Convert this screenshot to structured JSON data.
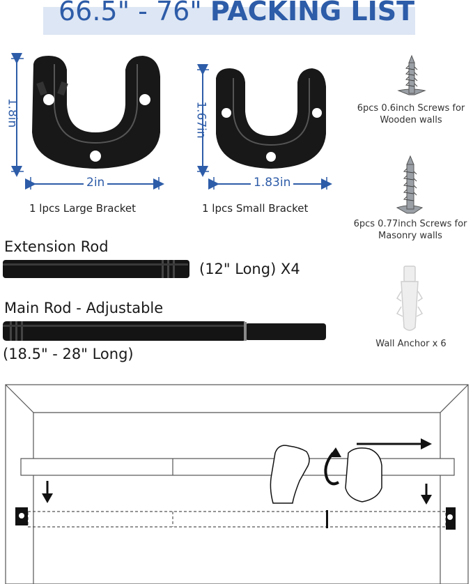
{
  "header": {
    "title_range": "66.5\" - 76\"",
    "title_bold": "PACKING LIST"
  },
  "brackets": {
    "large": {
      "height_label": "1.8in",
      "width_label": "2in",
      "caption": "1 lpcs Large Bracket"
    },
    "small": {
      "height_label": "1.67in",
      "width_label": "1.83in",
      "caption": "1 lpcs Small Bracket"
    }
  },
  "hardware": {
    "wood_screws": {
      "line1": "6pcs 0.6inch Screws for",
      "line2": "Wooden walls"
    },
    "masonry_screws": {
      "line1": "6pcs 0.77inch Screws for",
      "line2": "Masonry walls"
    },
    "anchor": {
      "label": "Wall Anchor x 6"
    }
  },
  "rods": {
    "extension": {
      "title": "Extension Rod",
      "length": "(12\" Long) X4"
    },
    "main": {
      "title": "Main Rod - Adjustable",
      "length": "(18.5\" - 28\" Long)"
    }
  },
  "colors": {
    "accent": "#2d5ca8",
    "band": "#dde6f4",
    "metal": "#141414"
  }
}
